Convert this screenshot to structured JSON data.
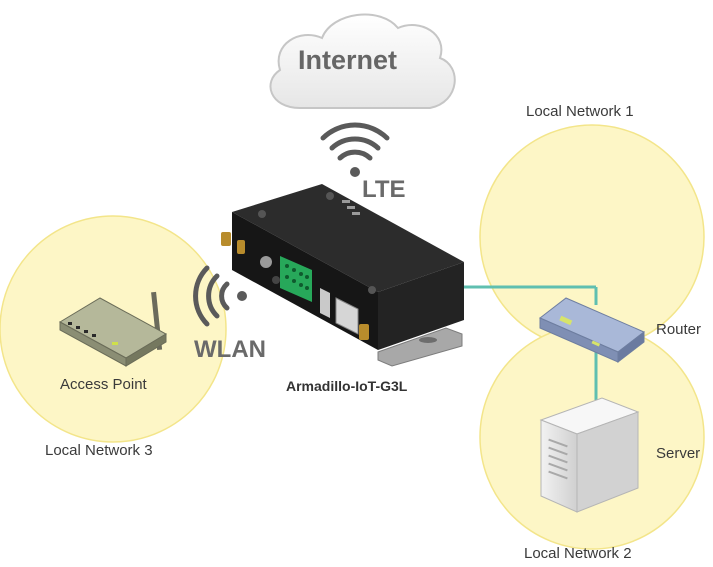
{
  "labels": {
    "internet": "Internet",
    "lte": "LTE",
    "wlan": "WLAN",
    "device": "Armadillo-IoT-G3L",
    "local_network_1": "Local Network 1",
    "local_network_2": "Local Network 2",
    "local_network_3": "Local Network 3",
    "router": "Router",
    "server": "Server",
    "access_point": "Access Point"
  },
  "colors": {
    "zone_fill": "#fdf6c6",
    "zone_stroke": "#f3e58a",
    "link": "#5fbfb0",
    "device_body": "#202020",
    "signal_icon": "#5a5a5a"
  }
}
